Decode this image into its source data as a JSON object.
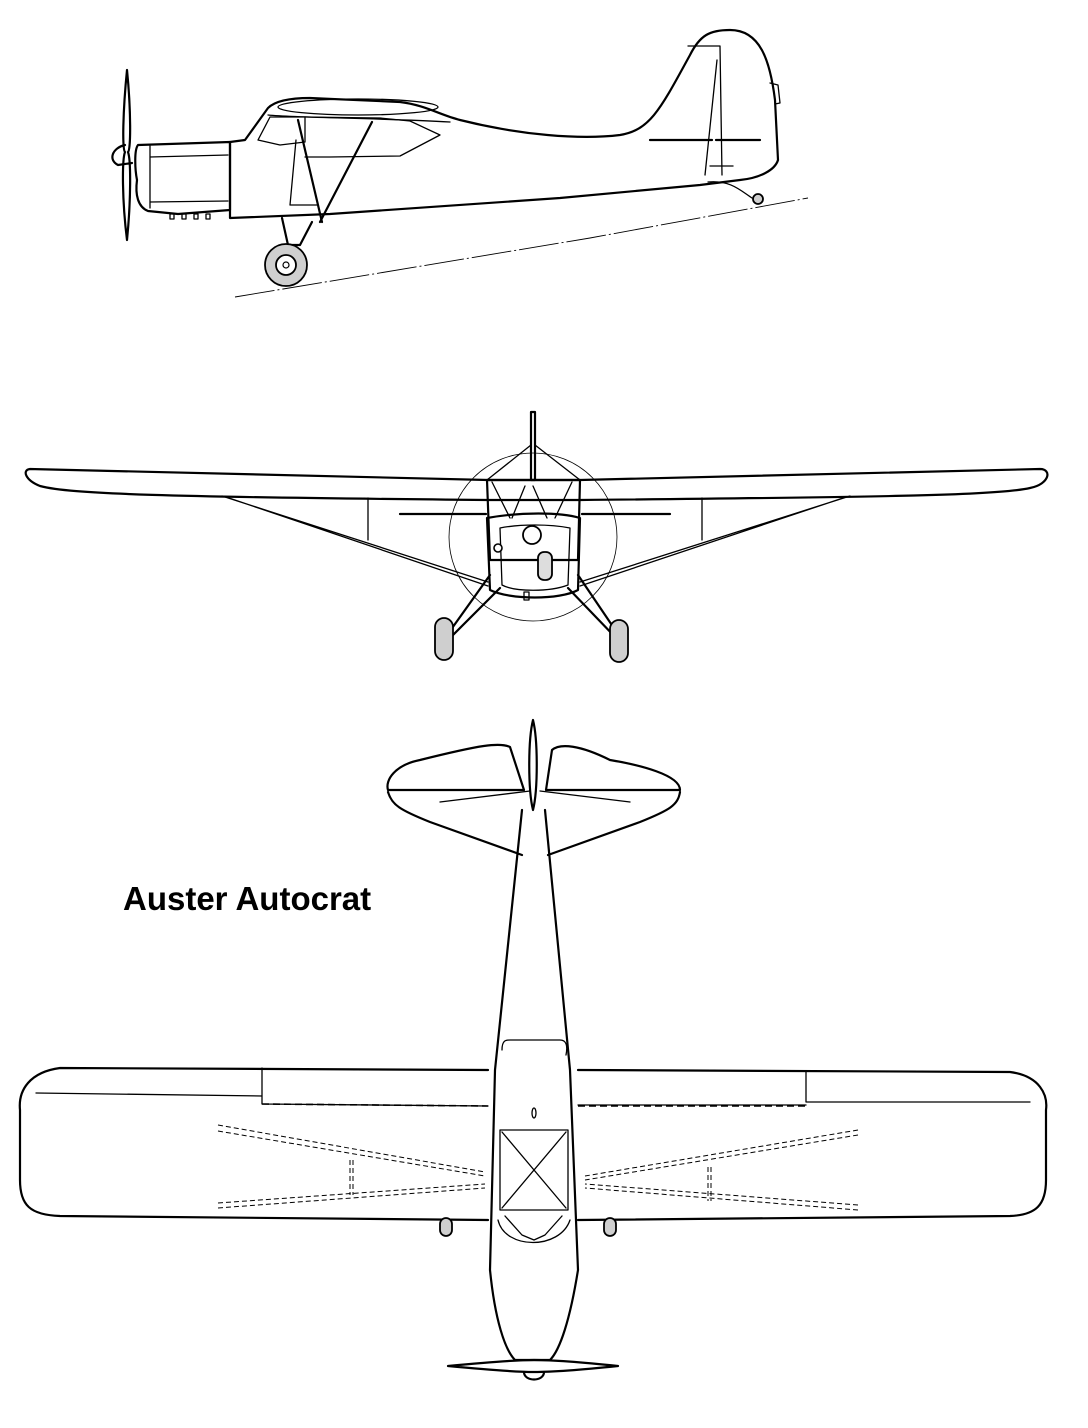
{
  "title": "Auster Autocrat",
  "drawing": {
    "type": "three-view aircraft line drawing",
    "views": [
      {
        "name": "side-view",
        "label": ""
      },
      {
        "name": "front-view",
        "label": ""
      },
      {
        "name": "top-view",
        "label": ""
      }
    ]
  },
  "colors": {
    "background": "#ffffff",
    "line": "#000000",
    "tyre_fill": "#cfcfcf"
  }
}
